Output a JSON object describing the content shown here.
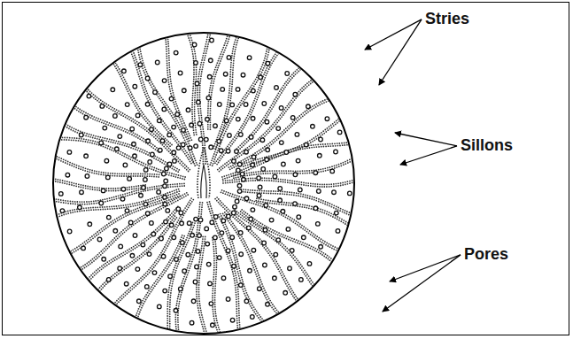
{
  "diagram": {
    "labels": [
      "Stries",
      "Sillons",
      "Pores"
    ]
  }
}
